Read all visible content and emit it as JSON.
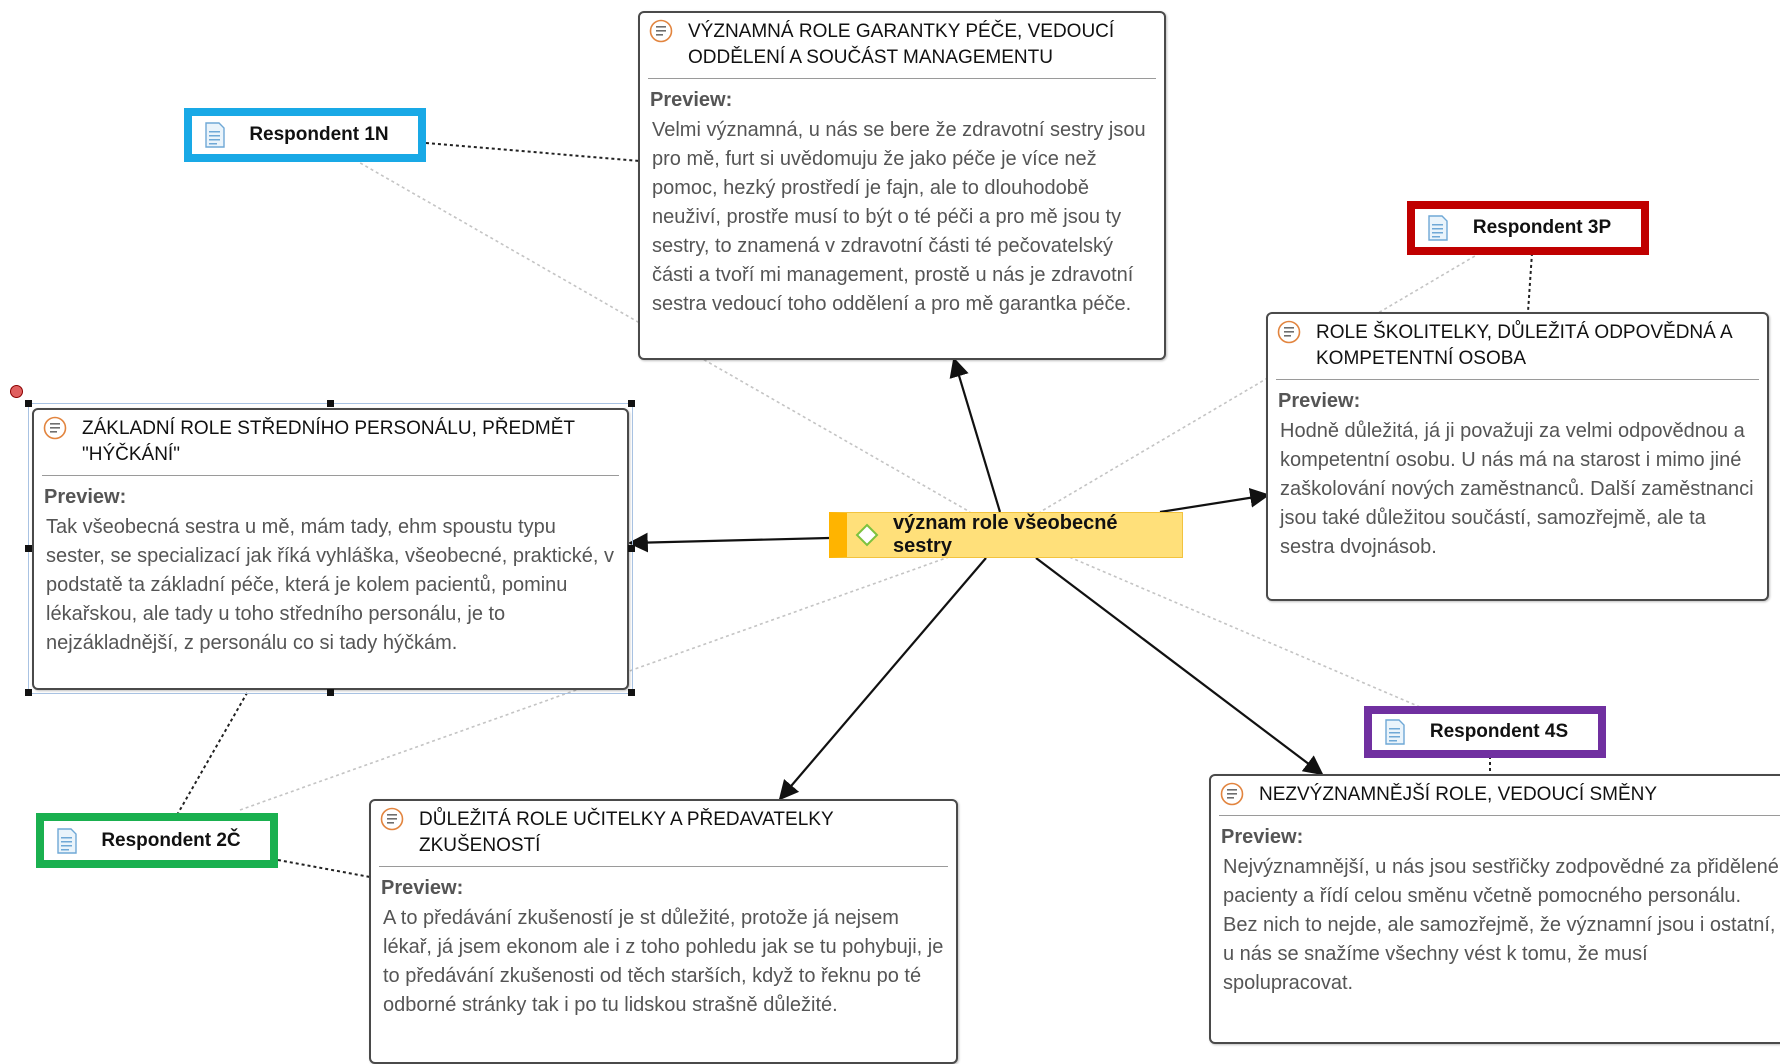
{
  "central_code": {
    "label": "význam role všeobecné sestry",
    "color": "#ffb400"
  },
  "memos": [
    {
      "id": "m1",
      "title": "VÝZNAMNÁ ROLE GARANTKY PÉČE, VEDOUCÍ ODDĚLENÍ A SOUČÁST MANAGEMENTU",
      "preview_label": "Preview:",
      "preview": "Velmi významná, u nás se bere že zdravotní sestry jsou pro mě, furt si uvědomuju že jako péče je více než pomoc, hezký prostředí je fajn, ale to dlouhodobě neuživí, prostře musí to být o té péči a pro mě jsou ty sestry, to znamená v zdravotní části té pečovatelský části a tvoří mi management, prostě u nás je zdravotní sestra vedoucí toho oddělení a pro mě garantka péče."
    },
    {
      "id": "m2",
      "title": "ROLE ŠKOLITELKY, DŮLEŽITÁ ODPOVĚDNÁ A KOMPETENTNÍ OSOBA",
      "preview_label": "Preview:",
      "preview": "Hodně důležitá, já ji považuji za velmi odpovědnou a kompetentní osobu. U nás má na starost i mimo jiné zaškolování nových zaměstnanců. Další zaměstnanci jsou také důležitou součástí, samozřejmě, ale ta sestra dvojnásob."
    },
    {
      "id": "m3",
      "title": "ZÁKLADNÍ ROLE STŘEDNÍHO PERSONÁLU, PŘEDMĚT \"HÝČKÁNÍ\"",
      "preview_label": "Preview:",
      "preview": "Tak všeobecná sestra u mě, mám tady, ehm spoustu typu sester, se specializací jak říká vyhláška, všeobecné, praktické, v podstatě ta základní péče, která je kolem pacientů, pominu lékařskou, ale tady u toho středního personálu, je to nejzákladnější, z personálu co si tady hýčkám."
    },
    {
      "id": "m4",
      "title": "DŮLEŽITÁ ROLE UČITELKY A PŘEDAVATELKY ZKUŠENOSTÍ",
      "preview_label": "Preview:",
      "preview": " A to předávání zkušeností je st důležité, protože já nejsem lékař, já jsem ekonom ale i z toho pohledu jak se tu pohybuji, je to předávání zkušenosti od těch starších, když to řeknu po té odborné stránky tak i po tu lidskou strašně důležité."
    },
    {
      "id": "m5",
      "title": "NEZVÝZNAMNĚJŠÍ ROLE, VEDOUCÍ SMĚNY",
      "preview_label": "Preview:",
      "preview": "Nejvýznamnější, u nás jsou sestřičky zodpovědné za přidělené pacienty a řídí celou směnu včetně pomocného personálu. Bez nich to nejde, ale samozřejmě, že významní jsou i ostatní, u nás se snažíme všechny vést k tomu, že musí spolupracovat."
    }
  ],
  "respondents": [
    {
      "id": "r1",
      "label": "Respondent 1N",
      "color": "#19a9e6"
    },
    {
      "id": "r2",
      "label": "Respondent 2Č",
      "color": "#1ab04f"
    },
    {
      "id": "r3",
      "label": "Respondent 3P",
      "color": "#c00000"
    },
    {
      "id": "r4",
      "label": "Respondent 4S",
      "color": "#7030a0"
    }
  ],
  "icons": {
    "memo": "memo-icon",
    "document": "document-icon",
    "code": "code-diamond-icon"
  }
}
